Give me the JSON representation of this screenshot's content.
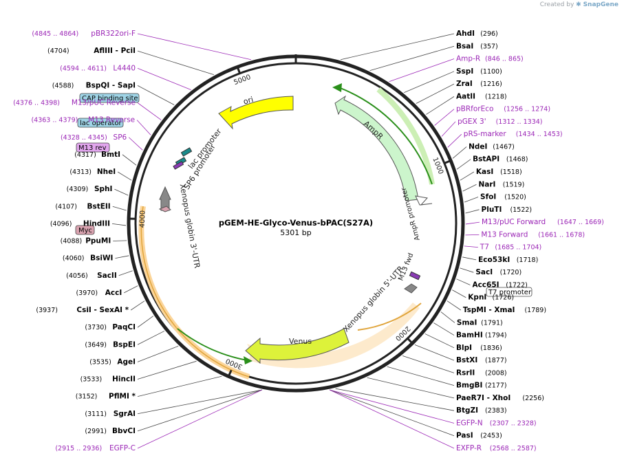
{
  "watermark": {
    "prefix": "Created by",
    "brand": "SnapGene",
    "logo_icon": "snapgene-logo-icon"
  },
  "plasmid": {
    "name": "pGEM-HE-Glyco-Venus-bPAC(S27A)",
    "length_label": "5301 bp",
    "length_bp": 5301
  },
  "colors": {
    "enzyme": "#000000",
    "primer": "#9b26b6",
    "ori": "#ffff00",
    "ampr": "#ccf5cc",
    "venus": "#ddf23a",
    "utr": "#fbd59a"
  },
  "ticks": [
    {
      "bp": 1000,
      "label": "1000"
    },
    {
      "bp": 2000,
      "label": "2000"
    },
    {
      "bp": 3000,
      "label": "3000"
    },
    {
      "bp": 4000,
      "label": "4000"
    },
    {
      "bp": 5000,
      "label": "5000"
    }
  ],
  "features_text": {
    "ori": "ori",
    "ampr": "AmpR",
    "ampr_promoter": "AmpR promoter",
    "lac_promoter": "lac promoter",
    "sp6_promoter": "SP6 promoter",
    "xen3": "Xenopus globin 3'-UTR",
    "xen5": "Xenopus globin 5'-UTR",
    "venus": "Venus",
    "m13fwd": "M13 fwd"
  },
  "boxed_labels": {
    "cap": "CAP binding site",
    "lac_operator": "lac operator",
    "m13rev": "M13 rev",
    "myc": "Myc",
    "t7": "T7 promoter"
  },
  "right_labels": [
    {
      "name": "AhdI",
      "pos": "(296)",
      "type": "enzyme"
    },
    {
      "name": "BsaI",
      "pos": "(357)",
      "type": "enzyme"
    },
    {
      "name": "Amp-R",
      "pos": "(846 .. 865)",
      "type": "primer"
    },
    {
      "name": "SspI",
      "pos": "(1100)",
      "type": "enzyme"
    },
    {
      "name": "ZraI",
      "pos": "(1216)",
      "type": "enzyme"
    },
    {
      "name": "AatII",
      "pos": "(1218)",
      "type": "enzyme"
    },
    {
      "name": "pBRforEco",
      "pos": "(1256 .. 1274)",
      "type": "primer"
    },
    {
      "name": "pGEX 3'",
      "pos": "(1312 .. 1334)",
      "type": "primer"
    },
    {
      "name": "pRS-marker",
      "pos": "(1434 .. 1453)",
      "type": "primer"
    },
    {
      "name": "NdeI",
      "pos": "(1467)",
      "type": "enzyme"
    },
    {
      "name": "BstAPI",
      "pos": "(1468)",
      "type": "enzyme"
    },
    {
      "name": "KasI",
      "pos": "(1518)",
      "type": "enzyme"
    },
    {
      "name": "NarI",
      "pos": "(1519)",
      "type": "enzyme"
    },
    {
      "name": "SfoI",
      "pos": "(1520)",
      "type": "enzyme"
    },
    {
      "name": "PluTI",
      "pos": "(1522)",
      "type": "enzyme"
    },
    {
      "name": "M13/pUC Forward",
      "pos": "(1647 .. 1669)",
      "type": "primer"
    },
    {
      "name": "M13 Forward",
      "pos": "(1661 .. 1678)",
      "type": "primer"
    },
    {
      "name": "T7",
      "pos": "(1685 .. 1704)",
      "type": "primer"
    },
    {
      "name": "Eco53kI",
      "pos": "(1718)",
      "type": "enzyme"
    },
    {
      "name": "SacI",
      "pos": "(1720)",
      "type": "enzyme"
    },
    {
      "name": "Acc65I",
      "pos": "(1722)",
      "type": "enzyme"
    },
    {
      "name": "KpnI",
      "pos": "(1726)",
      "type": "enzyme"
    },
    {
      "name": "TspMI - XmaI",
      "pos": "(1789)",
      "type": "enzyme"
    },
    {
      "name": "SmaI",
      "pos": "(1791)",
      "type": "enzyme"
    },
    {
      "name": "BamHI",
      "pos": "(1794)",
      "type": "enzyme"
    },
    {
      "name": "BlpI",
      "pos": "(1836)",
      "type": "enzyme"
    },
    {
      "name": "BstXI",
      "pos": "(1877)",
      "type": "enzyme"
    },
    {
      "name": "RsrII",
      "pos": "(2008)",
      "type": "enzyme"
    },
    {
      "name": "BmgBI",
      "pos": "(2177)",
      "type": "enzyme"
    },
    {
      "name": "PaeR7I - XhoI",
      "pos": "(2256)",
      "type": "enzyme"
    },
    {
      "name": "BtgZI",
      "pos": "(2383)",
      "type": "enzyme"
    },
    {
      "name": "EGFP-N",
      "pos": "(2307 .. 2328)",
      "type": "primer"
    },
    {
      "name": "PasI",
      "pos": "(2453)",
      "type": "enzyme"
    },
    {
      "name": "EXFP-R",
      "pos": "(2568 .. 2587)",
      "type": "primer"
    }
  ],
  "left_labels": [
    {
      "name": "pBR322ori-F",
      "pos": "(4845 .. 4864)",
      "type": "primer"
    },
    {
      "name": "AflIII - PciI",
      "pos": "(4704)",
      "type": "enzyme"
    },
    {
      "name": "L4440",
      "pos": "(4594 .. 4611)",
      "type": "primer"
    },
    {
      "name": "BspQI - SapI",
      "pos": "(4588)",
      "type": "enzyme"
    },
    {
      "name": "M13/pUC Reverse",
      "pos": "(4376 .. 4398)",
      "type": "primer"
    },
    {
      "name": "M13 Reverse",
      "pos": "(4363 .. 4379)",
      "type": "primer"
    },
    {
      "name": "SP6",
      "pos": "(4328 .. 4345)",
      "type": "primer"
    },
    {
      "name": "BmtI",
      "pos": "(4317)",
      "type": "enzyme"
    },
    {
      "name": "NheI",
      "pos": "(4313)",
      "type": "enzyme"
    },
    {
      "name": "SphI",
      "pos": "(4309)",
      "type": "enzyme"
    },
    {
      "name": "BstEII",
      "pos": "(4107)",
      "type": "enzyme"
    },
    {
      "name": "HindIII",
      "pos": "(4096)",
      "type": "enzyme"
    },
    {
      "name": "PpuMI",
      "pos": "(4088)",
      "type": "enzyme"
    },
    {
      "name": "BsiWI",
      "pos": "(4060)",
      "type": "enzyme"
    },
    {
      "name": "SacII",
      "pos": "(4056)",
      "type": "enzyme"
    },
    {
      "name": "AccI",
      "pos": "(3970)",
      "type": "enzyme"
    },
    {
      "name": "CsiI - SexAI *",
      "pos": "(3937)",
      "type": "enzyme"
    },
    {
      "name": "PaqCI",
      "pos": "(3730)",
      "type": "enzyme"
    },
    {
      "name": "BspEI",
      "pos": "(3649)",
      "type": "enzyme"
    },
    {
      "name": "AgeI",
      "pos": "(3535)",
      "type": "enzyme"
    },
    {
      "name": "HincII",
      "pos": "(3533)",
      "type": "enzyme"
    },
    {
      "name": "PflMI *",
      "pos": "(3152)",
      "type": "enzyme"
    },
    {
      "name": "SgrAI",
      "pos": "(3111)",
      "type": "enzyme"
    },
    {
      "name": "BbvCI",
      "pos": "(2991)",
      "type": "enzyme"
    },
    {
      "name": "EGFP-C",
      "pos": "(2915 .. 2936)",
      "type": "primer"
    }
  ]
}
